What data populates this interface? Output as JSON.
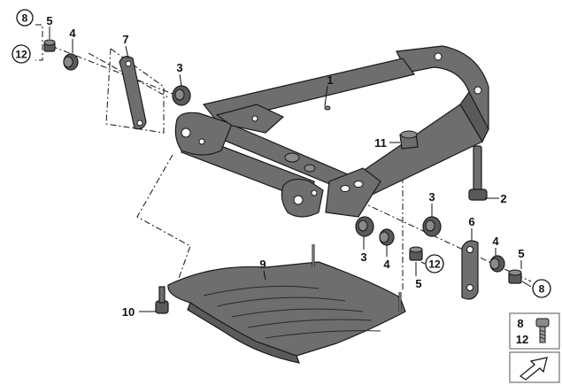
{
  "callouts": {
    "c1": "1",
    "c2": "2",
    "c3a": "3",
    "c3b": "3",
    "c3c": "3",
    "c4a": "4",
    "c4b": "4",
    "c4c": "4",
    "c5a": "5",
    "c5b": "5",
    "c5c": "5",
    "c6": "6",
    "c7": "7",
    "c8a": "8",
    "c8b": "8",
    "c9": "9",
    "c10": "10",
    "c11": "11",
    "c12a": "12",
    "c12b": "12"
  },
  "legend": {
    "top": "8",
    "bottom": "12"
  },
  "colors": {
    "part": "#6e6e6e",
    "outline": "#1a1a1a",
    "background": "#ffffff"
  }
}
